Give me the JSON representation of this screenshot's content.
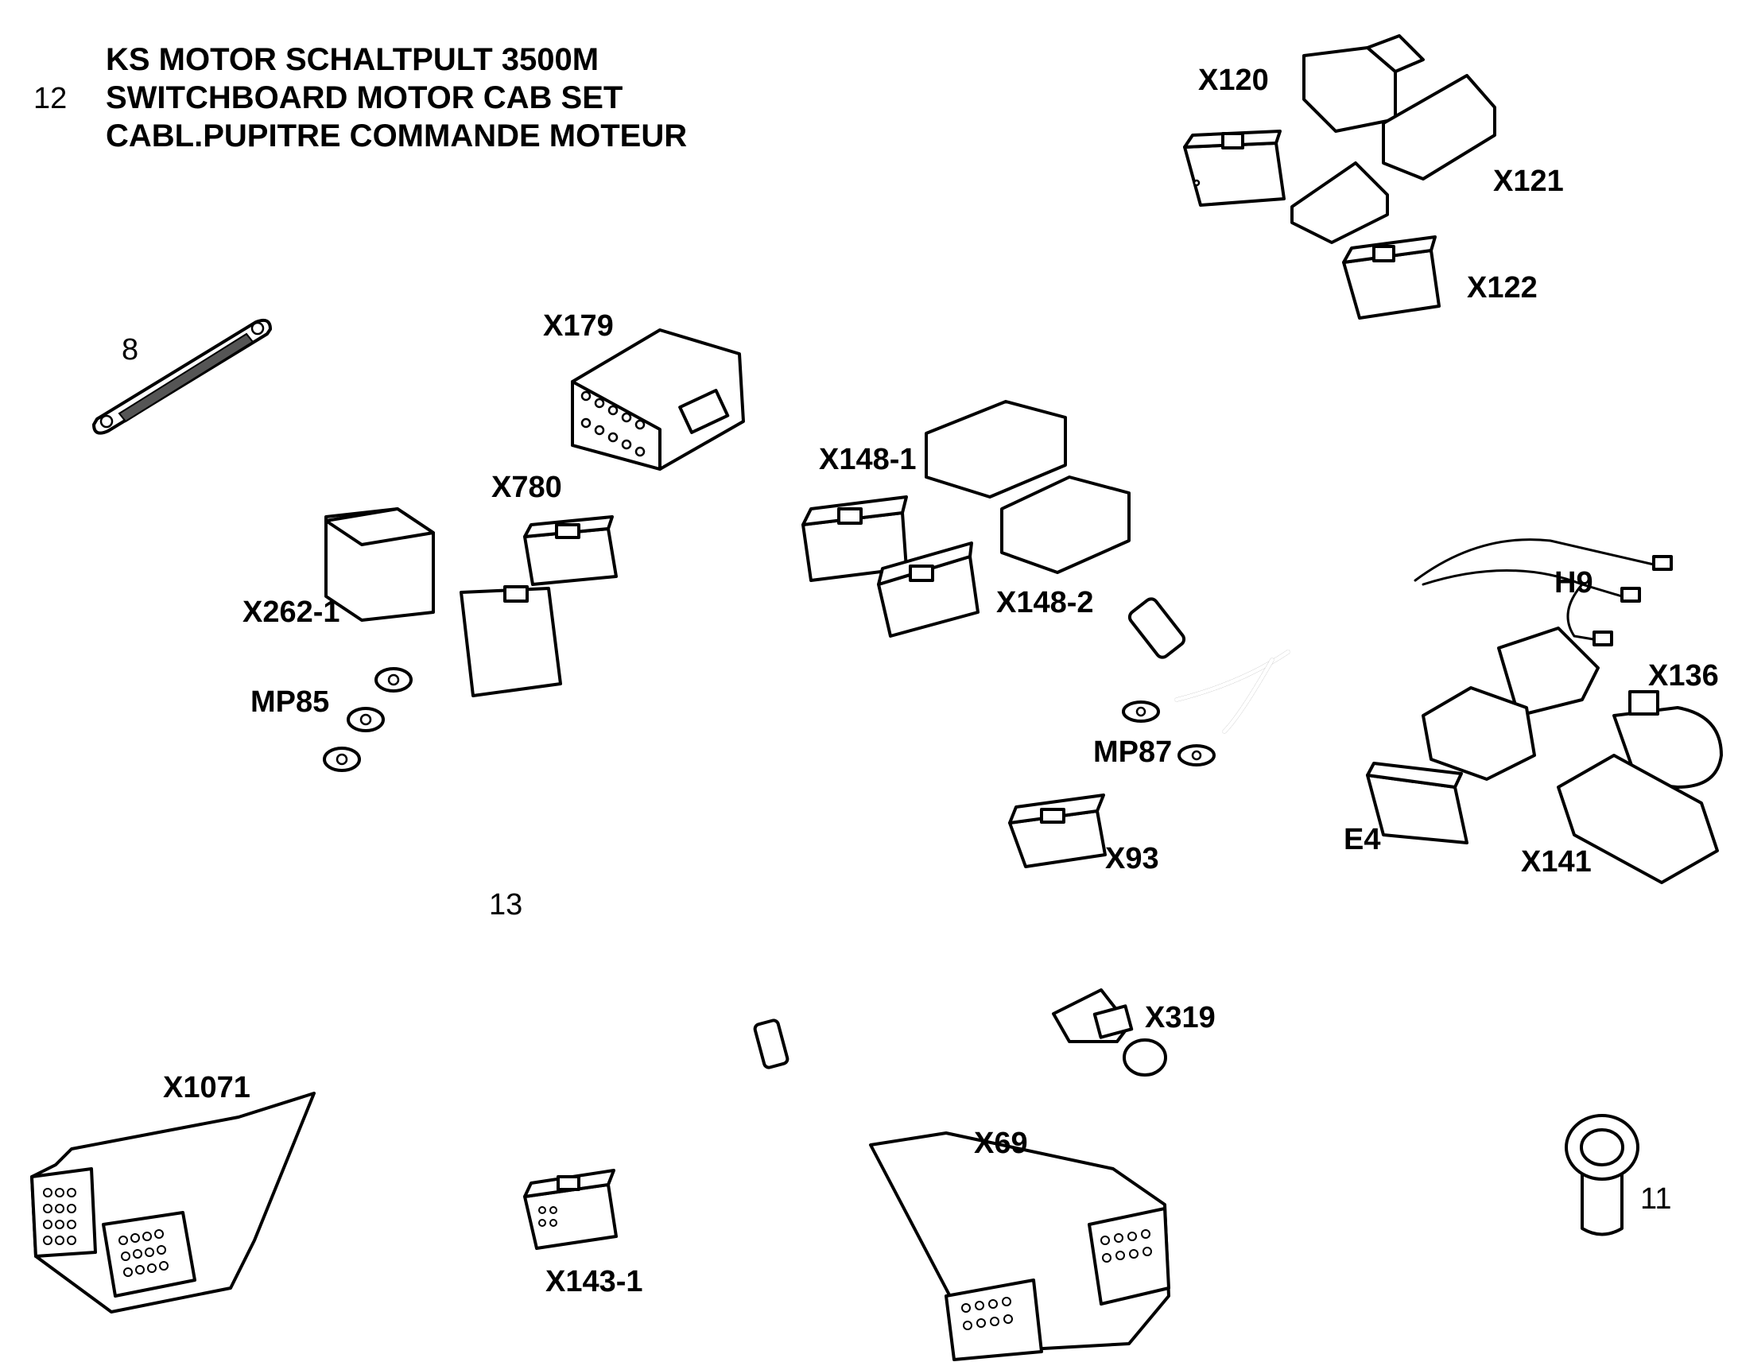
{
  "title": {
    "number": "12",
    "lines": [
      "KS MOTOR SCHALTPULT 3500M",
      "SWITCHBOARD MOTOR CAB SET",
      "CABL.PUPITRE COMMANDE MOTEUR"
    ]
  },
  "item_numbers": {
    "ground_strap": "8",
    "harness": "13",
    "sleeve": "11"
  },
  "connectors": {
    "x120": "X120",
    "x121": "X121",
    "x122": "X122",
    "x179": "X179",
    "x148_1": "X148-1",
    "x148_2": "X148-2",
    "x780": "X780",
    "x262_1": "X262-1",
    "mp85": "MP85",
    "mp87": "MP87",
    "h9": "H9",
    "x136": "X136",
    "e4": "E4",
    "x141": "X141",
    "x93": "X93",
    "x319": "X319",
    "x1071": "X1071",
    "x69": "X69",
    "x143_1": "X143-1"
  }
}
